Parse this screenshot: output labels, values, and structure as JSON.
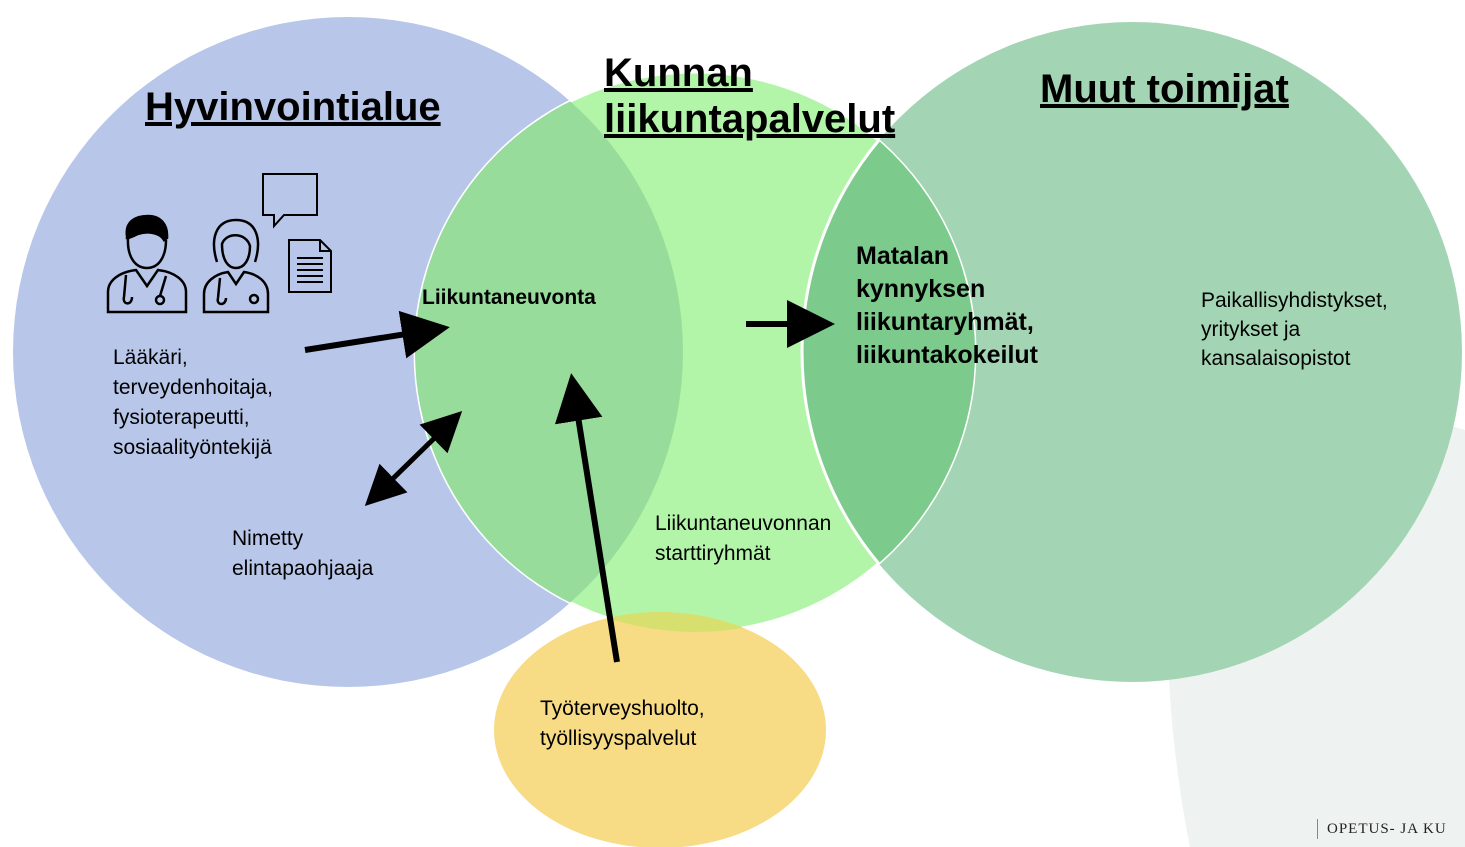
{
  "headers": {
    "wellbeing": "Hyvinvointialue",
    "municipal_line1": "Kunnan",
    "municipal_line2": "liikuntapalvelut",
    "others": "Muut toimijat"
  },
  "labels": {
    "counseling": "Liikuntaneuvonta",
    "professionals": [
      "Lääkäri,",
      "terveydenhoitaja,",
      "fysioterapeutti,",
      "sosiaalityöntekijä"
    ],
    "named_coach": [
      "Nimetty",
      "elintapaohjaaja"
    ],
    "start_groups": [
      "Liikuntaneuvonnan",
      "starttiryhmät"
    ],
    "low_threshold": [
      "Matalan",
      "kynnyksen",
      "liikuntaryhmät,",
      "liikuntakokeilut"
    ],
    "local_actors": [
      "Paikallisyhdistykset,",
      "yritykset ja",
      "kansalaisopistot"
    ],
    "occupational": [
      "Työterveyshuolto,",
      "työllisyyspalvelut"
    ]
  },
  "footer": {
    "ministry": "OPETUS- JA KU"
  },
  "colors": {
    "wellbeing_circle": "#b8c7e9",
    "municipal_circle": "#b2f5a9",
    "overlap_left": "#97dc9a",
    "others_circle": "#a0d4b2",
    "overlap_right": "#7ccb8c",
    "occupational_circle": "#f7dc85",
    "occupational_overlap": "#d7e06f",
    "background_shape": "#eef3f2",
    "arrow": "#000000"
  },
  "icons": [
    "male-doctor-icon",
    "female-doctor-icon",
    "speech-bubble-icon",
    "document-icon"
  ]
}
